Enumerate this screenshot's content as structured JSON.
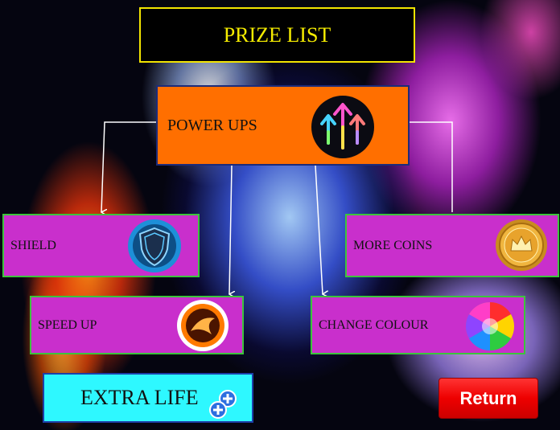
{
  "title": "PRIZE LIST",
  "power_ups": {
    "label": "POWER UPS",
    "icon": "triple-arrow-icon"
  },
  "items": {
    "shield": {
      "label": "SHIELD",
      "icon": "shield-icon"
    },
    "more_coins": {
      "label": "MORE COINS",
      "icon": "gold-coin-icon"
    },
    "speed_up": {
      "label": "SPEED UP",
      "icon": "fireball-icon"
    },
    "change_colour": {
      "label": "CHANGE COLOUR",
      "icon": "color-ball-icon"
    }
  },
  "extra_life": {
    "label": "EXTRA LIFE",
    "icon": "plus-circle-icon"
  },
  "return_button": {
    "label": "Return"
  },
  "colors": {
    "title_text": "#f5ec00",
    "power_ups_bg": "#ff6f00",
    "item_bg": "#c92fcc",
    "item_border": "#3cc43c",
    "extra_life_bg": "#2ef8ff",
    "return_bg": "#e00000"
  }
}
